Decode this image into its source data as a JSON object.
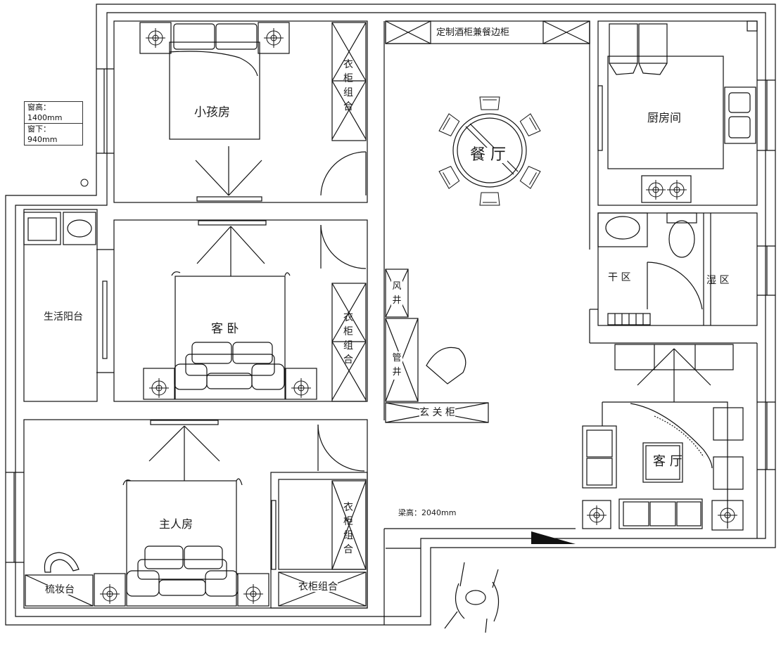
{
  "window_note": {
    "height": "窗高：1400mm",
    "sill": "窗下：940mm"
  },
  "rooms": {
    "kids_room": "小孩房",
    "guest_bedroom": "客 卧",
    "master_room": "主人房",
    "dining": "餐 厅",
    "kitchen": "厨房间",
    "living": "客 厅",
    "balcony": "生活阳台",
    "dry_zone": "干 区",
    "wet_zone": "湿 区"
  },
  "furniture": {
    "wardrobe_1": "衣柜组合",
    "wardrobe_2": "衣柜组合",
    "wardrobe_3": "衣柜组合",
    "wardrobe_bottom": "衣柜组合",
    "wine_cabinet": "定制酒柜兼餐边柜",
    "entry_cabinet": "玄 关 柜",
    "shaft": "风井",
    "pipe_shaft": "管井",
    "dresser": "梳妆台"
  },
  "notes": {
    "beam_height": "梁高：2040mm"
  }
}
